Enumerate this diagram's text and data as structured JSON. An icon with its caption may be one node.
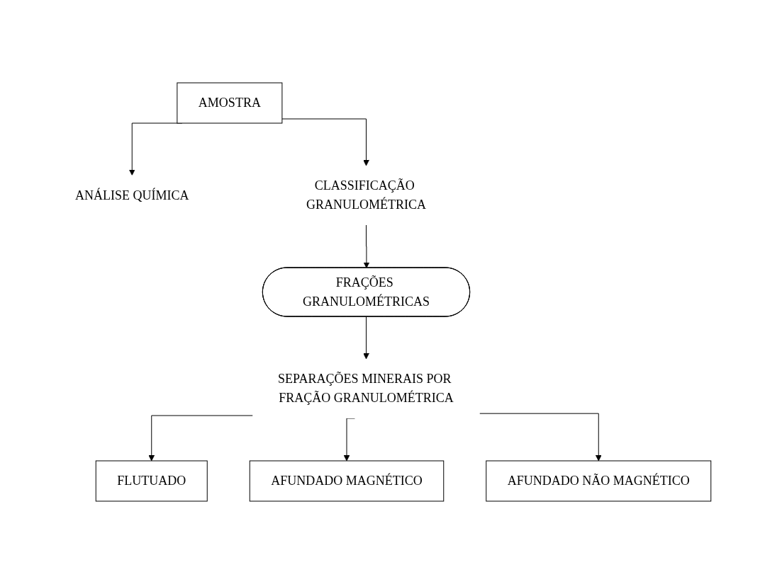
{
  "diagram": {
    "nodes": [
      {
        "text": [
          "AMOSTRA"
        ]
      },
      {
        "text": [
          "ANÁLISE QUÍMICA"
        ]
      },
      {
        "text": [
          "CLASSIFICAÇÃO GRANULOMÉTRICA"
        ]
      },
      {
        "text": [
          "FRAÇÕES GRANULOMÉTRICAS"
        ]
      },
      {
        "text": [
          "SEPARAÇÕES MINERAIS POR FRAÇÃO GRANULOMÉTRICA"
        ]
      },
      {
        "text": [
          "FLUTUADO"
        ]
      },
      {
        "text": [
          "AFUNDADO MAGNÉTICO"
        ]
      },
      {
        "text": [
          "AFUNDADO NÃO MAGNÉTICO"
        ]
      }
    ],
    "edges": [
      {
        "from": 0,
        "to": 1,
        "arrow": "to"
      },
      {
        "from": 0,
        "to": 2,
        "arrow": "to"
      },
      {
        "from": 2,
        "to": 3,
        "arrow": "to"
      },
      {
        "from": 3,
        "to": 4,
        "arrow": "to"
      },
      {
        "from": 4,
        "to": 5,
        "arrow": "to"
      },
      {
        "from": 4,
        "to": 6,
        "arrow": "to"
      },
      {
        "from": 4,
        "to": 7,
        "arrow": "to"
      }
    ]
  }
}
